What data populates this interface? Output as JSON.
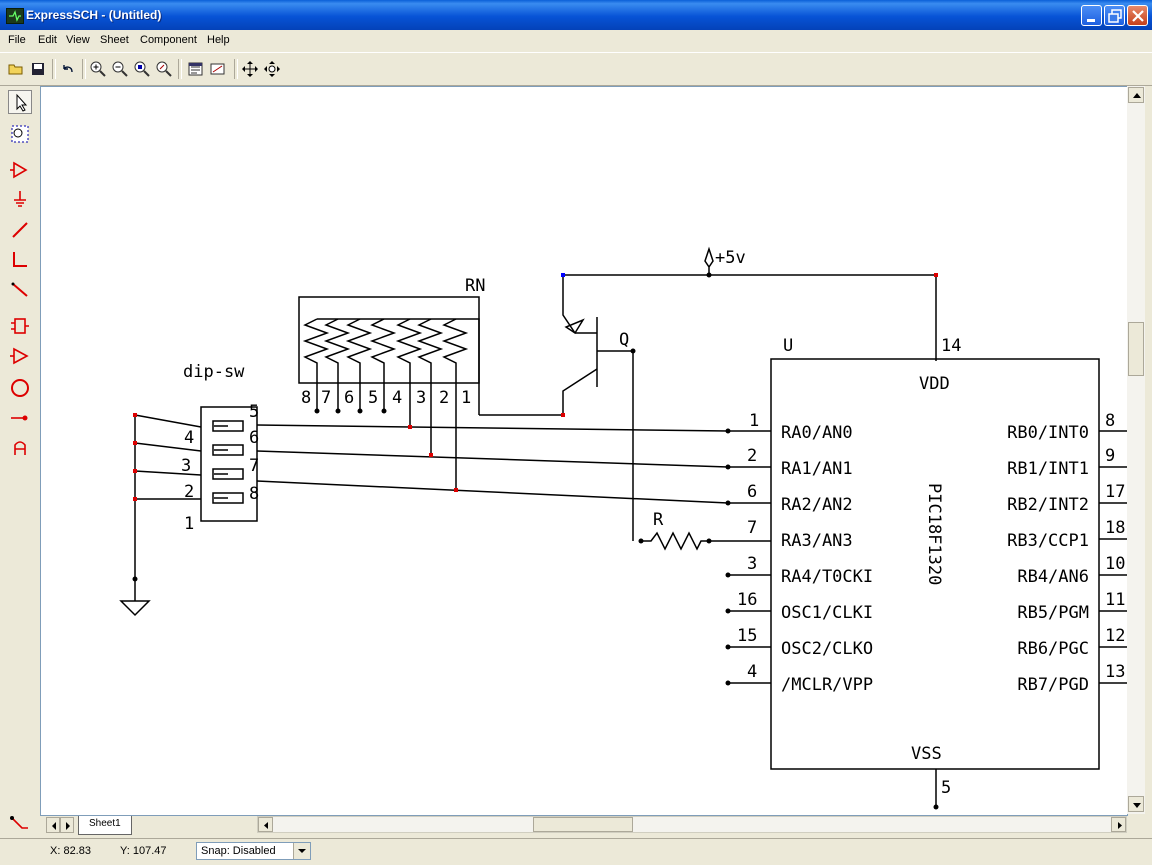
{
  "window": {
    "title": "ExpressSCH - (Untitled)"
  },
  "menu": [
    "File",
    "Edit",
    "View",
    "Sheet",
    "Component",
    "Help"
  ],
  "toolbar": [
    "open-icon",
    "save-icon",
    "undo-icon",
    "zoom-in-icon",
    "zoom-out-icon",
    "zoom-area-icon",
    "zoom-fit-icon",
    "properties-icon",
    "component-icon",
    "pan-icon",
    "center-icon"
  ],
  "tools": [
    "pointer-icon",
    "select-area-icon",
    "buffer-icon",
    "ground-icon",
    "wire-icon",
    "corner-wire-icon",
    "diagonal-wire-icon",
    "part-icon",
    "gate-icon",
    "circle-icon",
    "pin-icon",
    "text-icon"
  ],
  "sheet_tab": "Sheet1",
  "status": {
    "x": "X: 82.83",
    "y": "Y: 107.47",
    "snap": "Snap: Disabled"
  },
  "schematic": {
    "rn_label": "RN",
    "rn_pins": [
      "8",
      "7",
      "6",
      "5",
      "4",
      "3",
      "2",
      "1"
    ],
    "dip_label": "dip-sw",
    "dip_left_pins": [
      "4",
      "3",
      "2",
      "1"
    ],
    "dip_right_pins": [
      "5",
      "6",
      "7",
      "8"
    ],
    "power_label": "+5v",
    "q_label": "Q",
    "r_label": "R",
    "u_label": "U",
    "vdd_pin": "14",
    "vdd_label": "VDD",
    "vss_label": "VSS",
    "vss_pin": "5",
    "chip_name": "PIC18F1320",
    "left_pins": [
      {
        "num": "1",
        "name": "RA0/AN0"
      },
      {
        "num": "2",
        "name": "RA1/AN1"
      },
      {
        "num": "6",
        "name": "RA2/AN2"
      },
      {
        "num": "7",
        "name": "RA3/AN3"
      },
      {
        "num": "3",
        "name": "RA4/T0CKI"
      },
      {
        "num": "16",
        "name": "OSC1/CLKI"
      },
      {
        "num": "15",
        "name": "OSC2/CLKO"
      },
      {
        "num": "4",
        "name": "/MCLR/VPP"
      }
    ],
    "right_pins": [
      {
        "num": "8",
        "name": "RB0/INT0"
      },
      {
        "num": "9",
        "name": "RB1/INT1"
      },
      {
        "num": "17",
        "name": "RB2/INT2"
      },
      {
        "num": "18",
        "name": "RB3/CCP1"
      },
      {
        "num": "10",
        "name": "RB4/AN6"
      },
      {
        "num": "11",
        "name": "RB5/PGM"
      },
      {
        "num": "12",
        "name": "RB6/PGC"
      },
      {
        "num": "13",
        "name": "RB7/PGD"
      }
    ]
  }
}
